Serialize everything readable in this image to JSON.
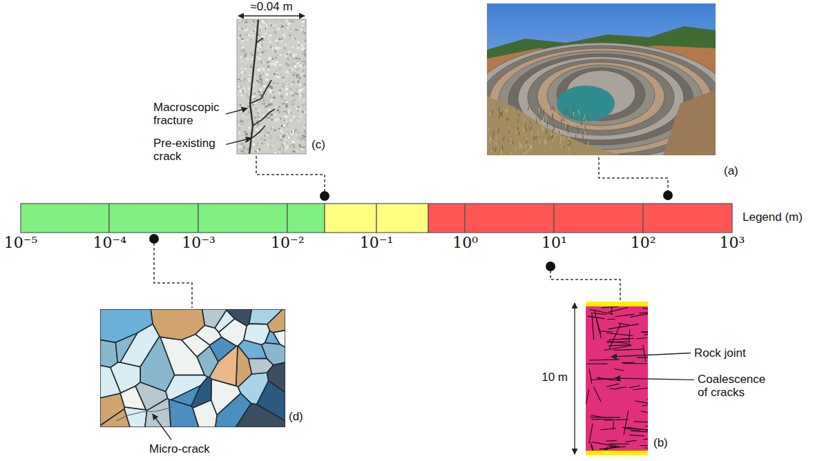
{
  "diagram": {
    "labels": [
      "≈0.04 m",
      "Macroscopic fracture",
      "Pre-existing crack",
      "(c)",
      "(a)",
      "Legend (m)",
      "10⁻⁵",
      "10⁻⁴",
      "10⁻³",
      "10⁻²",
      "10⁻¹",
      "10⁰",
      "10¹",
      "10²",
      "10³",
      "10 m",
      "Rock joint",
      "Coalescence of cracks",
      "(b)",
      "(d)",
      "Micro-crack"
    ]
  }
}
